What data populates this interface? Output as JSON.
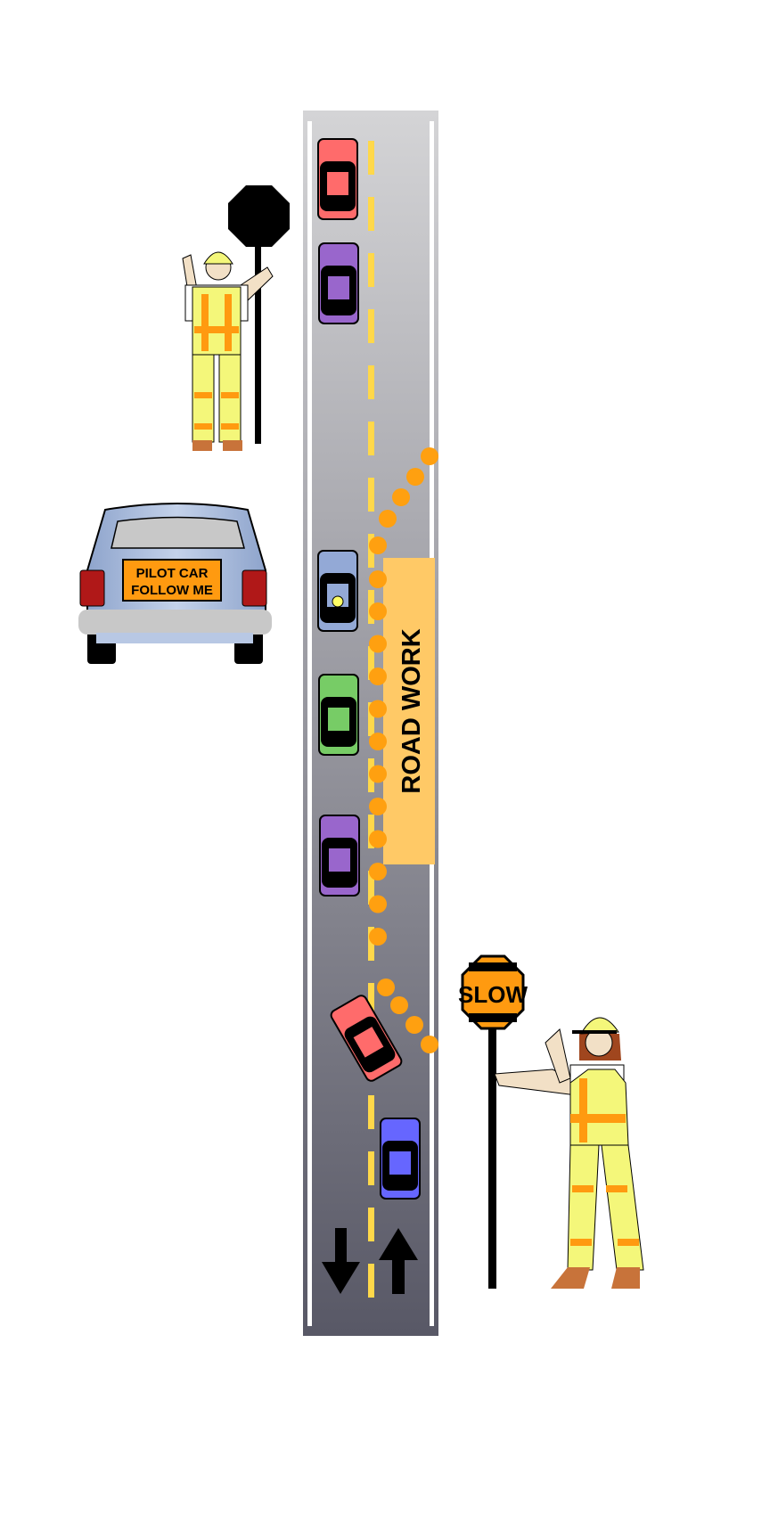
{
  "diagram": {
    "pilot_car_sign": {
      "line1": "PILOT CAR",
      "line2": "FOLLOW ME"
    },
    "work_zone_label": "ROAD WORK",
    "slow_sign_label": "SLOW",
    "direction_arrows": [
      "southbound",
      "northbound"
    ]
  },
  "colors": {
    "road_top": "#d4d4d6",
    "road_bottom": "#585866",
    "center_line": "#ffd84a",
    "cone": "#ffa010",
    "work_zone": "#ffc966",
    "vest_yellow": "#f4f77a",
    "vest_orange": "#ff9a10"
  },
  "vehicles": [
    {
      "color": "#ff6b6b",
      "lane": "left"
    },
    {
      "color": "#9966cc",
      "lane": "left"
    },
    {
      "color": "#93a9d6",
      "lane": "left"
    },
    {
      "color": "#77cc66",
      "lane": "left"
    },
    {
      "color": "#9966cc",
      "lane": "left"
    },
    {
      "color": "#ff6b6b",
      "lane": "crossing"
    },
    {
      "color": "#6666ff",
      "lane": "right"
    }
  ]
}
